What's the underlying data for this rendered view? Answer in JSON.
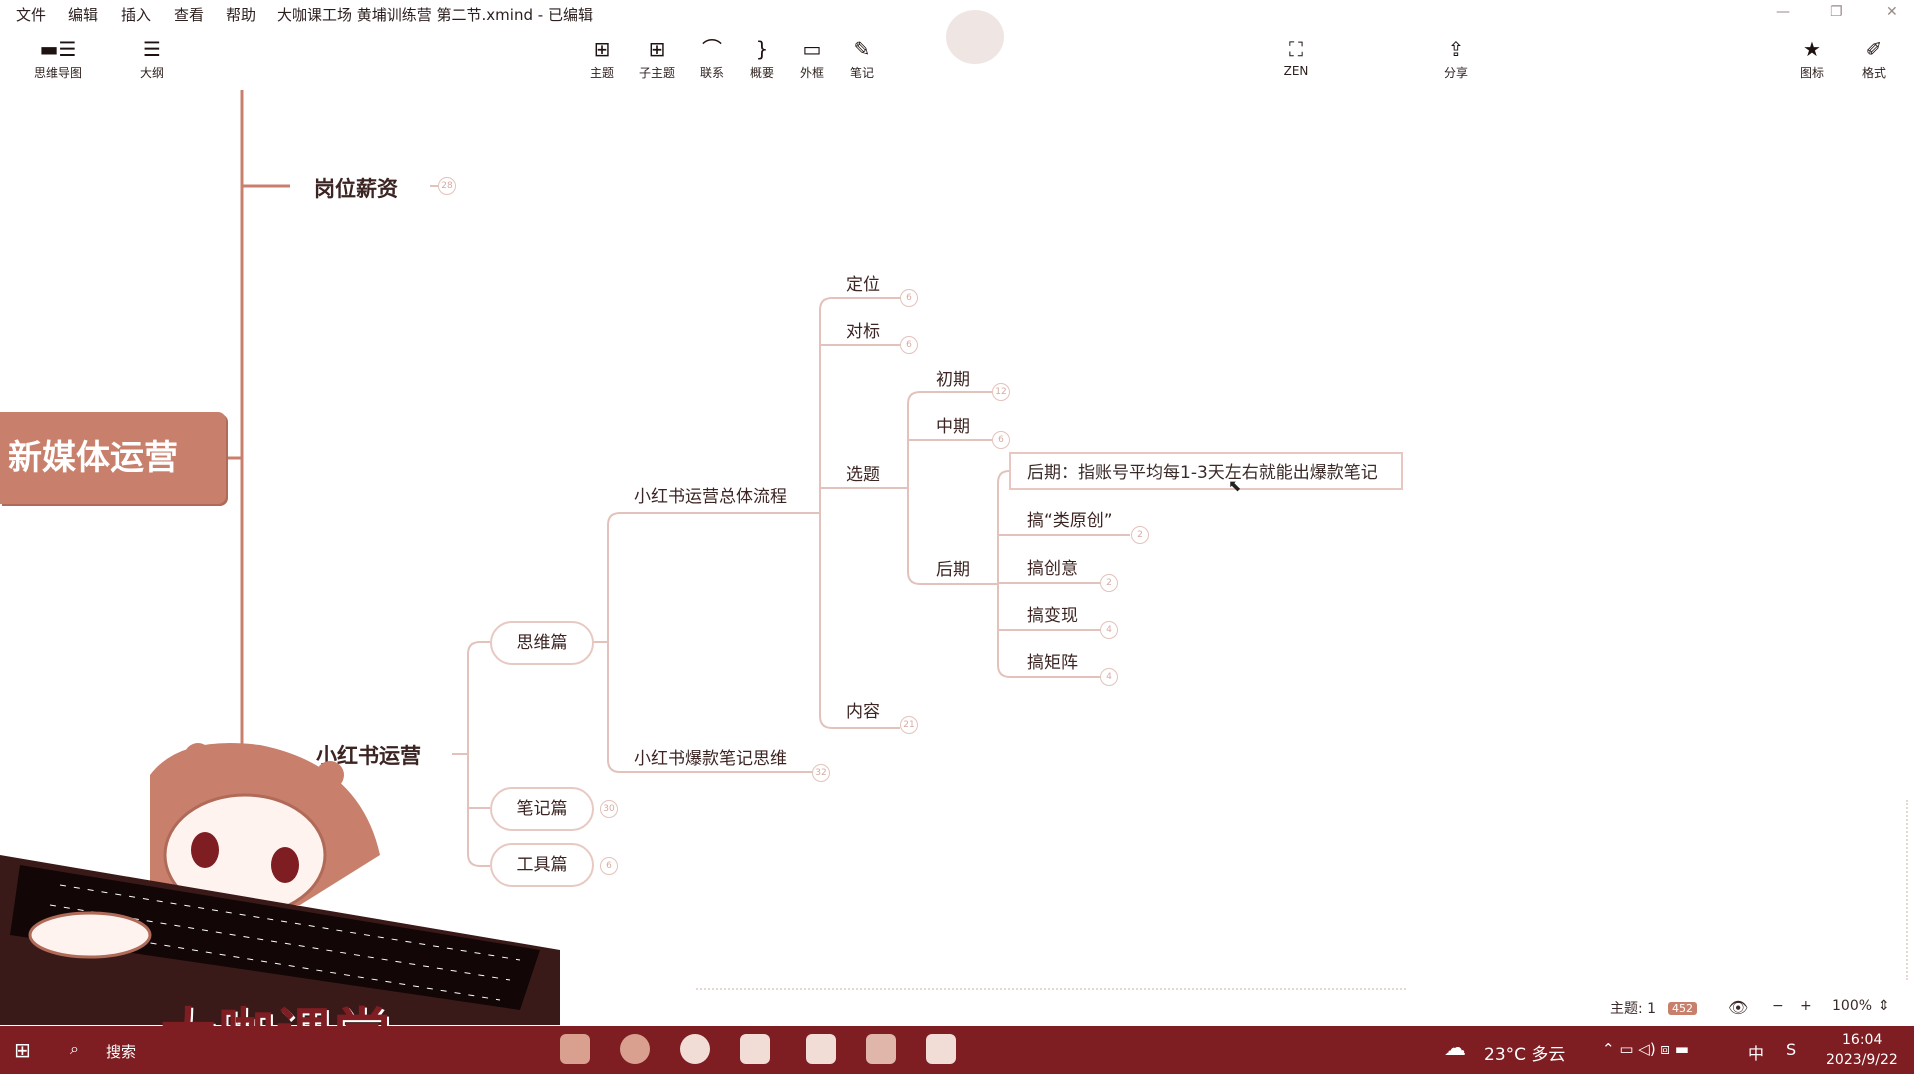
{
  "menu": [
    "文件",
    "编辑",
    "插入",
    "查看",
    "帮助"
  ],
  "title": "大咖课工场 黄埔训练营 第二节.xmind - 已编辑",
  "window_controls": [
    "—",
    "❐",
    "✕"
  ],
  "toolbar_left": [
    {
      "label": "思维导图",
      "icon": "mindmap-view-icon"
    },
    {
      "label": "大纲",
      "icon": "outline-view-icon"
    }
  ],
  "toolbar_center": [
    {
      "label": "主题",
      "icon": "topic-icon"
    },
    {
      "label": "子主题",
      "icon": "subtopic-icon"
    },
    {
      "label": "联系",
      "icon": "relationship-icon"
    },
    {
      "label": "概要",
      "icon": "summary-icon"
    },
    {
      "label": "外框",
      "icon": "boundary-icon"
    },
    {
      "label": "笔记",
      "icon": "note-icon"
    }
  ],
  "toolbar_zen": {
    "label": "ZEN",
    "icon": "zen-mode-icon"
  },
  "toolbar_share": {
    "label": "分享",
    "icon": "share-icon"
  },
  "toolbar_right": [
    {
      "label": "图标",
      "icon": "star-icon"
    },
    {
      "label": "格式",
      "icon": "format-brush-icon"
    }
  ],
  "map": {
    "root": "新媒体运营",
    "branch1": {
      "label": "岗位薪资",
      "count": "28"
    },
    "branch2": {
      "label": "小红书运营"
    },
    "level2": [
      {
        "label": "思维篇"
      },
      {
        "label": "笔记篇",
        "count": "30"
      },
      {
        "label": "工具篇",
        "count": "6"
      }
    ],
    "level3": [
      {
        "label": "小红书运营总体流程"
      },
      {
        "label": "小红书爆款笔记思维",
        "count": "32"
      }
    ],
    "level4": [
      {
        "label": "定位",
        "count": "6"
      },
      {
        "label": "对标",
        "count": "6"
      },
      {
        "label": "选题"
      },
      {
        "label": "内容",
        "count": "21"
      }
    ],
    "level5": [
      {
        "label": "初期",
        "count": "12"
      },
      {
        "label": "中期",
        "count": "6"
      },
      {
        "label": "后期"
      }
    ],
    "selected_topic": "后期：指账号平均每1-3天左右就能出爆款笔记",
    "level6": [
      {
        "label": "搞“类原创”",
        "count": "2"
      },
      {
        "label": "搞创意",
        "count": "2"
      },
      {
        "label": "搞变现",
        "count": "4"
      },
      {
        "label": "搞矩阵",
        "count": "4"
      }
    ]
  },
  "watermark": "大咖课堂",
  "status": {
    "topics_label": "主题: 1",
    "total_badge": "452",
    "zoom_minus": "−",
    "zoom_plus": "+",
    "zoom": "100%"
  },
  "taskbar": {
    "search": "搜索",
    "weather": "23°C 多云",
    "ime": "中",
    "time": "16:04",
    "date": "2023/9/22"
  },
  "colors": {
    "accent": "#c8806c",
    "line": "#e3c2bb",
    "taskbar": "#7e1d22"
  }
}
